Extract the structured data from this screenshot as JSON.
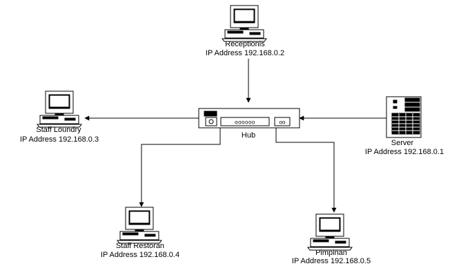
{
  "hub": {
    "label": "Hub"
  },
  "nodes": {
    "receptionis": {
      "name": "Receptionis",
      "ip": "IP Address 192.168.0.2",
      "type": "desktop"
    },
    "staff_loundry": {
      "name": "Staff Loundry",
      "ip": "IP Address 192.168.0.3",
      "type": "desktop"
    },
    "server": {
      "name": "Server",
      "ip": "IP Address 192.168.0.1",
      "type": "server"
    },
    "staff_restoran": {
      "name": "Staff Restoran",
      "ip": "IP Address 192.168.0.4",
      "type": "desktop"
    },
    "pimpinan": {
      "name": "Pimpinan",
      "ip": "IP Address 192.168.0.5",
      "type": "desktop"
    }
  },
  "colors": {
    "line": "#000000",
    "background": "#ffffff"
  }
}
